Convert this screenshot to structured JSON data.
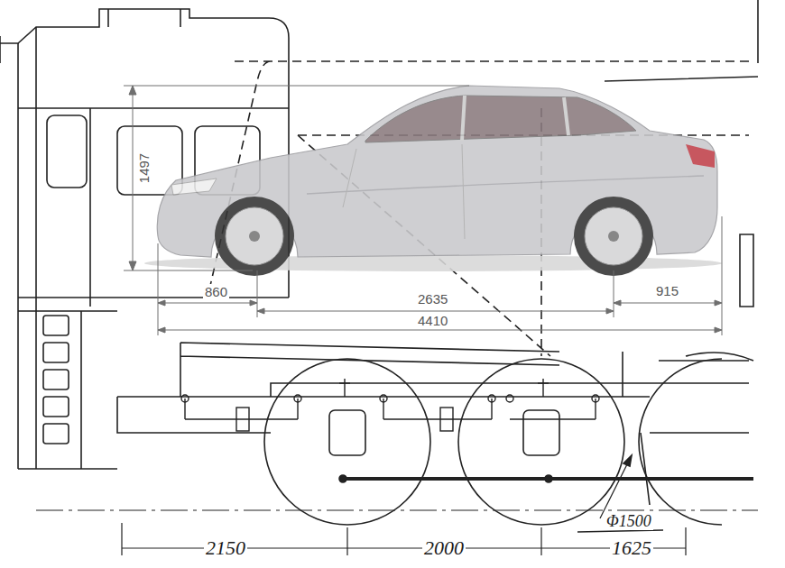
{
  "diagram": {
    "labels": [
      "1497",
      "860",
      "2635",
      "4410",
      "915",
      "2150",
      "2000",
      "1625",
      "Φ1500"
    ]
  }
}
